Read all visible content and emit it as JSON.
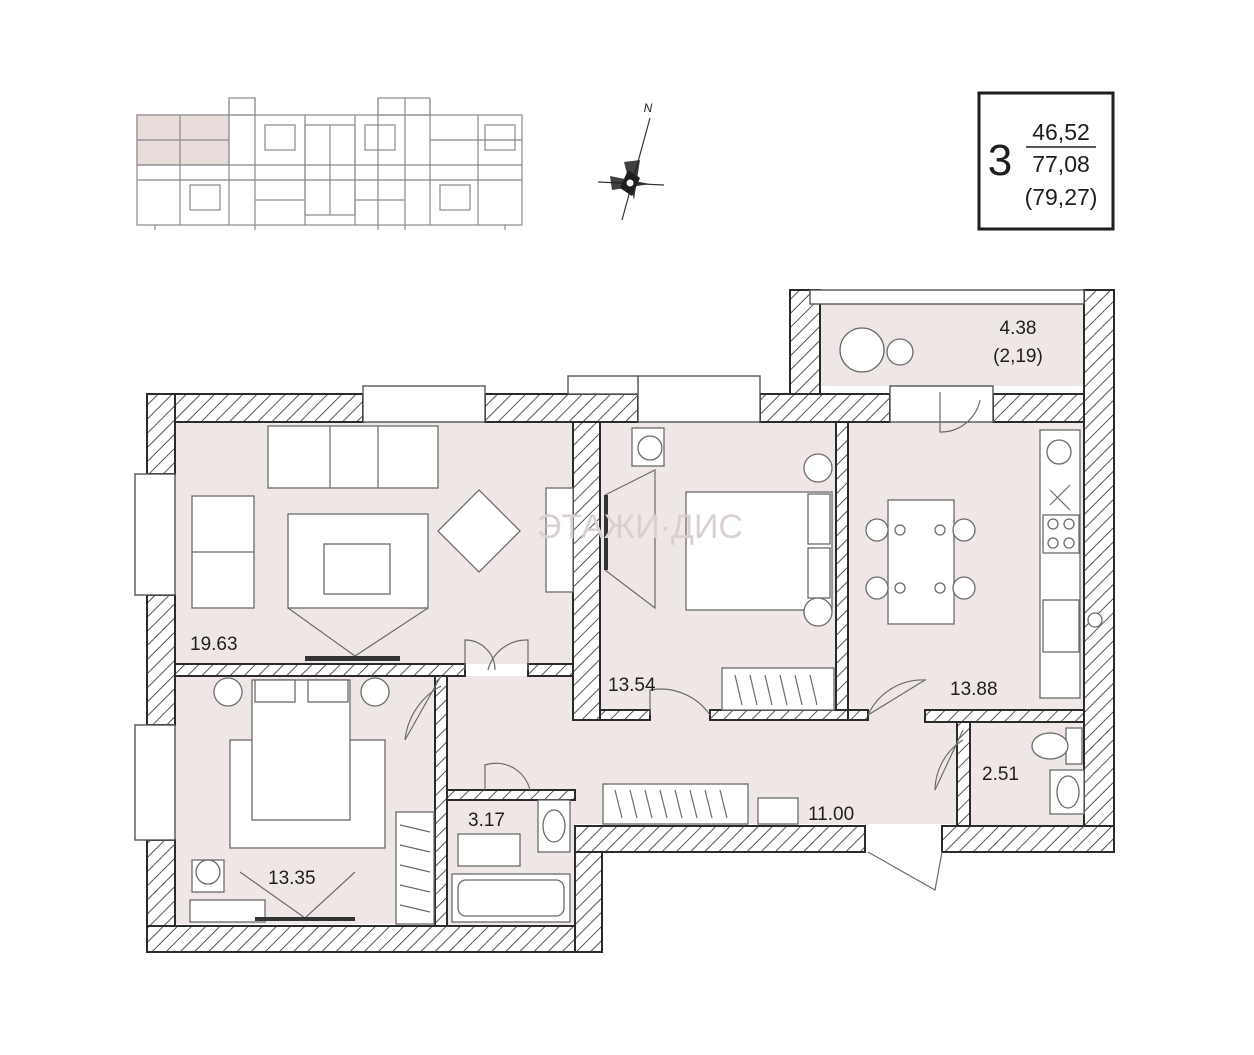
{
  "apartment": {
    "room_count": "3",
    "living_area": "46,52",
    "total_area": "77,08",
    "total_area_with_balcony": "(79,27)"
  },
  "compass": {
    "north_label": "N"
  },
  "watermark": "ЭТАЖИ·ДИС",
  "rooms": {
    "living_room": "19.63",
    "bedroom_top": "13.54",
    "kitchen": "13.88",
    "balcony_area": "4.38",
    "balcony_reduced": "(2,19)",
    "bedroom_bottom": "13.35",
    "bathroom": "3.17",
    "hallway": "11.00",
    "toilet": "2.51"
  },
  "colors": {
    "floor": "#efe7e6",
    "wall_stroke": "#2b2b2b",
    "keyplan_highlight": "#e9dddb"
  }
}
